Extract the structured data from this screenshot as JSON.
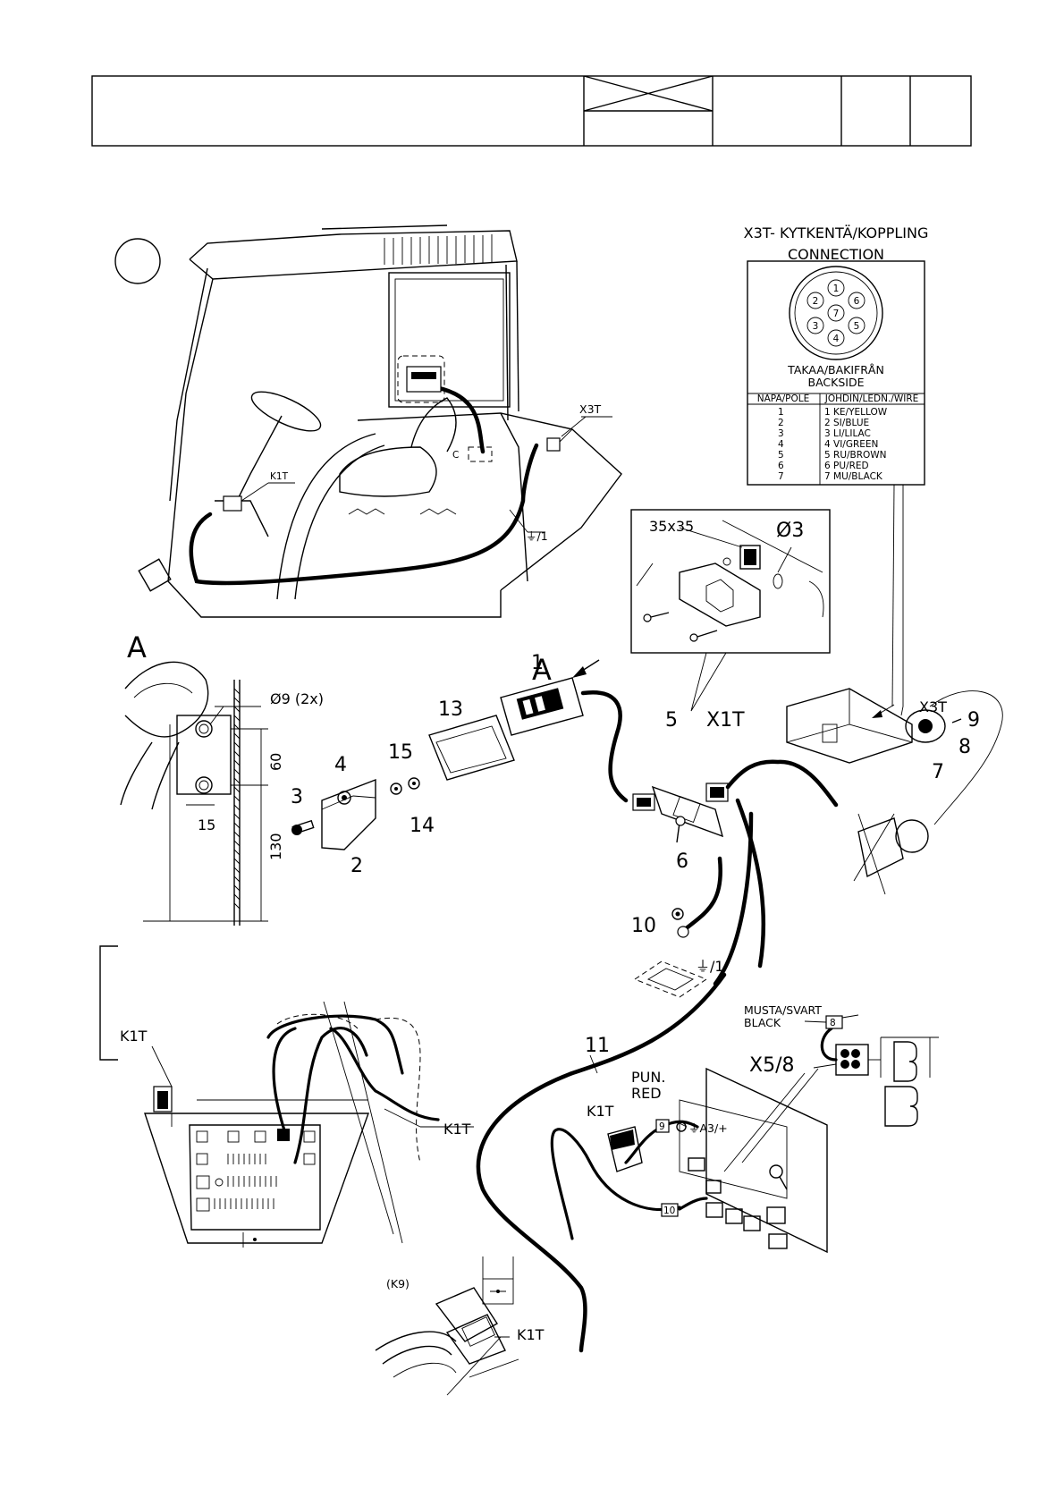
{
  "connection_box": {
    "title": "X3T- KYTKENTÄ/KOPPLING",
    "subtitle": "CONNECTION",
    "pin_numbers": [
      "1",
      "2",
      "3",
      "4",
      "5",
      "6",
      "7"
    ],
    "view_label_1": "TAKAA/BAKIFRÅN",
    "view_label_2": "BACKSIDE",
    "col_pole": "NAPA/POLE",
    "col_wire": "JOHDIN/LEDN./WIRE",
    "rows": [
      {
        "pole": "1",
        "wire": "1  KE/YELLOW"
      },
      {
        "pole": "2",
        "wire": "2  SI/BLUE"
      },
      {
        "pole": "3",
        "wire": "3  LI/LILAC"
      },
      {
        "pole": "4",
        "wire": "4  VI/GREEN"
      },
      {
        "pole": "5",
        "wire": "5  RU/BROWN"
      },
      {
        "pole": "6",
        "wire": "6  PU/RED"
      },
      {
        "pole": "7",
        "wire": "7  MU/BLACK"
      }
    ]
  },
  "cab_labels": {
    "x3t": "X3T",
    "k1t": "K1T",
    "c": "C",
    "ground": "⏚/1"
  },
  "detail_plate": {
    "dim_square": "35x35",
    "dim_hole": "Ø3"
  },
  "view_letters": {
    "left": "A",
    "center": "A"
  },
  "bracket_view": {
    "hole": "Ø9 (2x)",
    "dim_60": "60",
    "dim_130": "130",
    "dim_15": "15"
  },
  "part_numbers": {
    "p1": "1",
    "p2": "2",
    "p3": "3",
    "p4": "4",
    "p5": "5",
    "p6": "6",
    "p7": "7",
    "p8": "8",
    "p9": "9",
    "p10": "10",
    "p11": "11",
    "p13": "13",
    "p14": "14",
    "p15": "15"
  },
  "connector_labels": {
    "x1t": "X1T",
    "x3t": "X3T",
    "ground": "⏚/1"
  },
  "lower": {
    "k1t_left": "K1T",
    "k1t_fuse": "K1T",
    "musta_1": "MUSTA/SVART",
    "musta_2": "BLACK",
    "x58": "X5/8",
    "pin8": "8",
    "pun_1": "PUN.",
    "pun_2": "RED",
    "k1t_relay": "K1T",
    "pin9": "9",
    "pin10": "10",
    "a3": "⏚A3/+",
    "k9": "(K9)",
    "k1t_bottom": "K1T"
  }
}
